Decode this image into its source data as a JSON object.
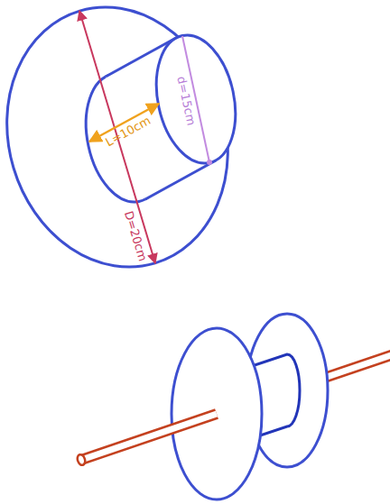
{
  "diagram": {
    "labels": [
      "d=15cm",
      "L=10cm",
      "D=20cm"
    ]
  }
}
